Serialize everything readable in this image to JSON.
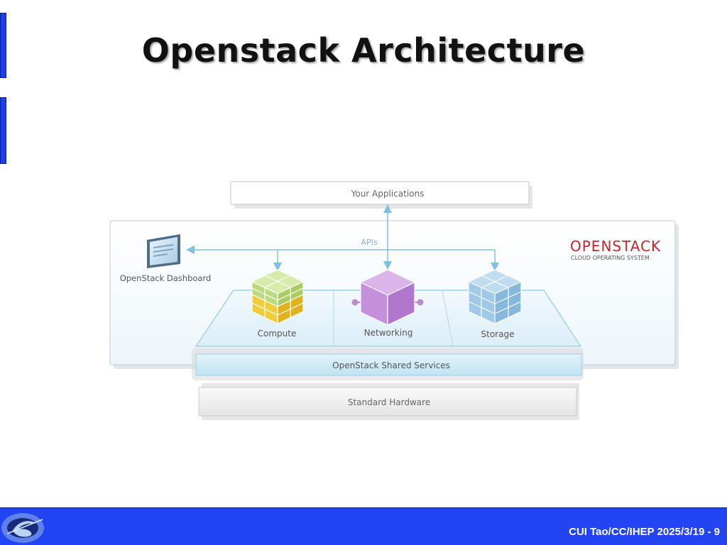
{
  "title": "Openstack Architecture",
  "diagram": {
    "your_applications": "Your Applications",
    "apis": "APIs",
    "openstack_brand": "OPENSTACK",
    "cloud_os": "CLOUD OPERATING SYSTEM",
    "dashboard": "OpenStack Dashboard",
    "compute": "Compute",
    "networking": "Networking",
    "storage": "Storage",
    "shared_services": "OpenStack Shared Services",
    "standard_hardware": "Standard Hardware"
  },
  "colors": {
    "accent_red": "#c8242b",
    "compute_green": "#b8d77a",
    "compute_yellow": "#e9c22a",
    "networking_purple": "#c08ad6",
    "storage_blue": "#8fc0e2",
    "footer_blue": "#2244f2"
  },
  "footer": {
    "text": "CUI Tao/CC/IHEP  2025/3/19 - 9"
  }
}
